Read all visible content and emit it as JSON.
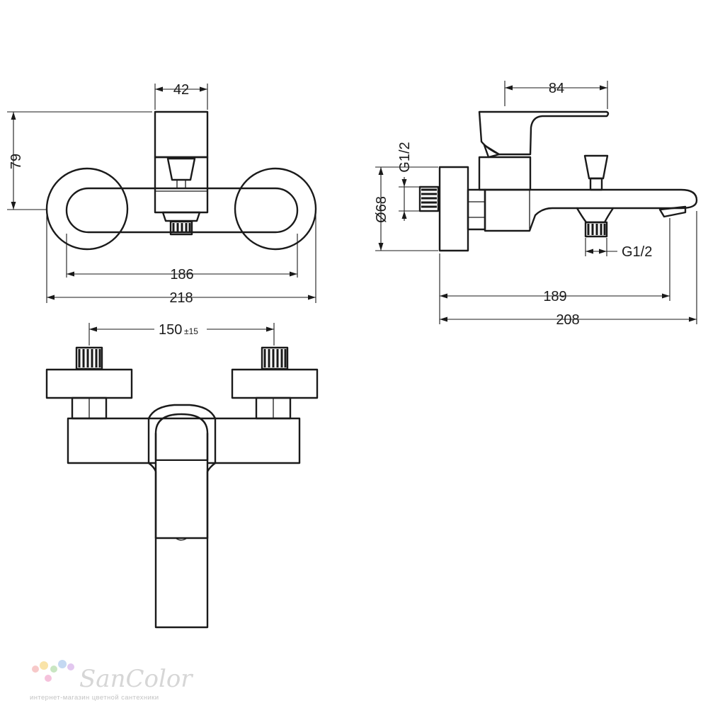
{
  "dimensions": {
    "front_width_top": "42",
    "front_height": "79",
    "front_inner_width": "186",
    "front_total_width": "218",
    "side_handle_length": "84",
    "side_inlet_thread": "G1/2",
    "side_flange_diameter": "Ø68",
    "side_outlet_thread": "G1/2",
    "side_reach": "189",
    "side_total_length": "208",
    "top_centre_distance": "150",
    "top_centre_tolerance": "±15"
  },
  "logo": {
    "name": "SanColor",
    "tagline": "интернет-магазин цветной сантехники",
    "dot_colors": [
      "#f7c9c9",
      "#f9e3a8",
      "#c9e6c2",
      "#c4d8f2",
      "#e2c7ef",
      "#f5c2dc"
    ]
  }
}
